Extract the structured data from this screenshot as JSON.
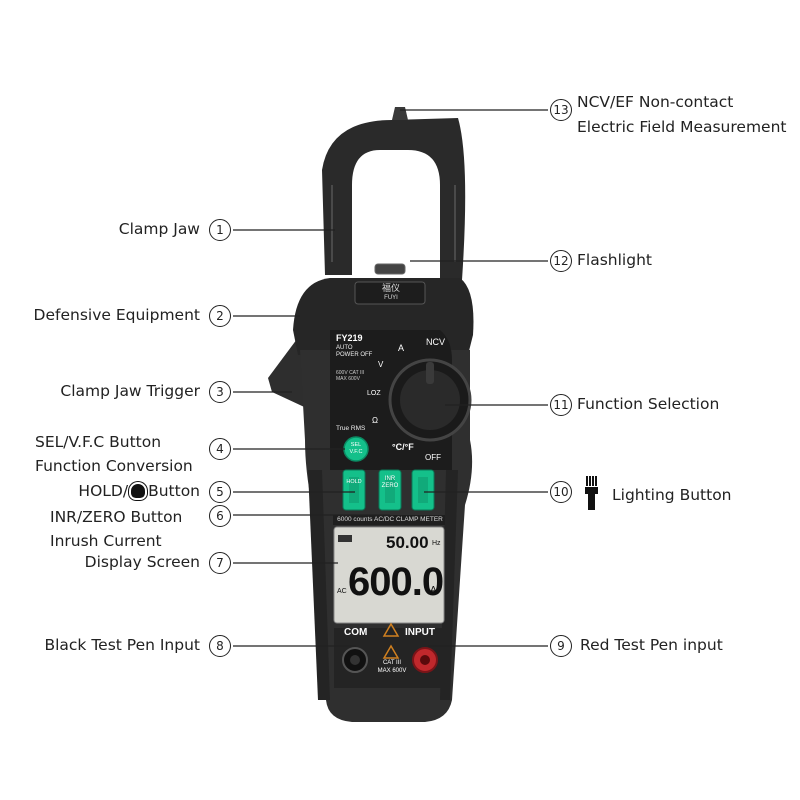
{
  "meter": {
    "brand": "福仪",
    "brand_sub": "FUYI",
    "model": "FY219",
    "auto_power_off": [
      "AUTO",
      "POWER OFF"
    ],
    "true_rms": "True RMS",
    "cat_small": [
      "600V CAT III",
      "MAX 600V"
    ],
    "dial": {
      "ncv": "NCV",
      "a": "A",
      "v": "V",
      "loz": "LOZ",
      "ohm": "Ω",
      "temp": "°C/°F",
      "off": "OFF"
    },
    "sel_button": [
      "SEL",
      "V.F.C"
    ],
    "hold_button": "HOLD",
    "inr_button": [
      "INR",
      "ZERO"
    ],
    "counts_band": "6000 counts AC/DC CLAMP METER",
    "display": {
      "top_value": "50.00",
      "top_unit": "Hz",
      "main_value": "600.0",
      "main_unit": "A",
      "ac": "AC"
    },
    "com": "COM",
    "input": "INPUT",
    "cat": [
      "CAT III",
      "MAX 600V"
    ]
  },
  "labels": [
    {
      "n": "1",
      "text": "Clamp Jaw"
    },
    {
      "n": "2",
      "text": "Defensive Equipment"
    },
    {
      "n": "3",
      "text": "Clamp Jaw Trigger"
    },
    {
      "n": "4",
      "lines": [
        "SEL/V.F.C Button",
        "Function Conversion"
      ]
    },
    {
      "n": "5",
      "before": "HOLD/",
      "after": "Button",
      "icon": "bulb-icon"
    },
    {
      "n": "6",
      "lines": [
        "INR/ZERO Button",
        "Inrush Current"
      ]
    },
    {
      "n": "7",
      "text": "Display Screen"
    },
    {
      "n": "8",
      "text": "Black Test Pen Input"
    },
    {
      "n": "9",
      "text": "Red Test Pen input"
    },
    {
      "n": "10",
      "text": "Lighting Button",
      "icon": "flashlight-icon"
    },
    {
      "n": "11",
      "text": "Function Selection"
    },
    {
      "n": "12",
      "text": "Flashlight"
    },
    {
      "n": "13",
      "lines": [
        "NCV/EF Non-contact",
        "Electric Field Measurement"
      ]
    }
  ],
  "colors": {
    "body": "#2b2b2b",
    "green": "#14c08a",
    "lcd": "#d8d8d2",
    "red_jack": "#c0282c"
  }
}
